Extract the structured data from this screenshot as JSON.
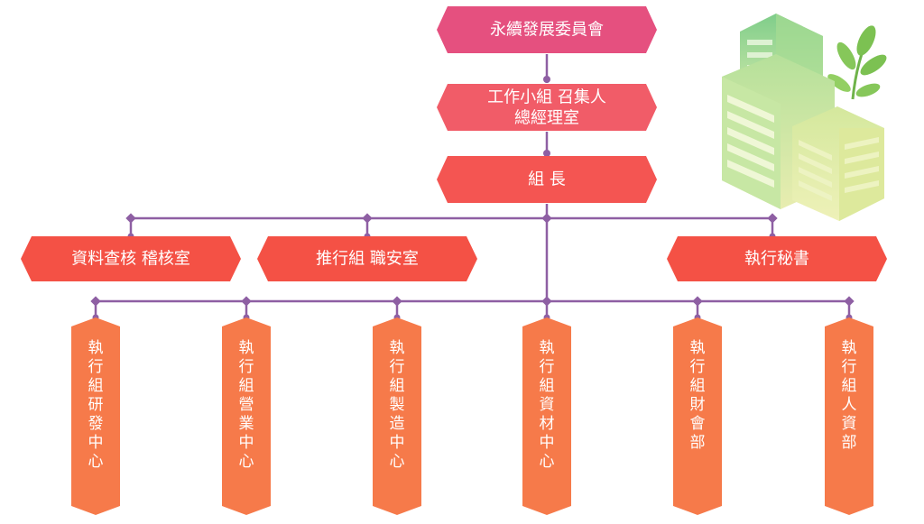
{
  "committee": {
    "label": "永續發展委員會"
  },
  "working_group": {
    "line1": "工作小組 召集人",
    "line2": "總經理室"
  },
  "leader": {
    "label": "組 長"
  },
  "second_level": [
    {
      "label": "資料查核 稽核室"
    },
    {
      "label": "推行組 職安室"
    },
    {
      "label": "執行秘書"
    }
  ],
  "execution_units": [
    {
      "label": "執行組研發中心"
    },
    {
      "label": "執行組營業中心"
    },
    {
      "label": "執行組製造中心"
    },
    {
      "label": "執行組資材中心"
    },
    {
      "label": "執行組財會部"
    },
    {
      "label": "執行組人資部"
    }
  ],
  "colors": {
    "committee": "#e5507f",
    "leader": "#f15c68",
    "second_level": "#f45145",
    "execution": "#f67a4a",
    "connector": "#8e5fa3",
    "building_green": "#9fd68a",
    "building_yellow": "#dfe79d",
    "leaf": "#7cc152"
  },
  "decoration": {
    "icon": "green-building-illustration"
  }
}
